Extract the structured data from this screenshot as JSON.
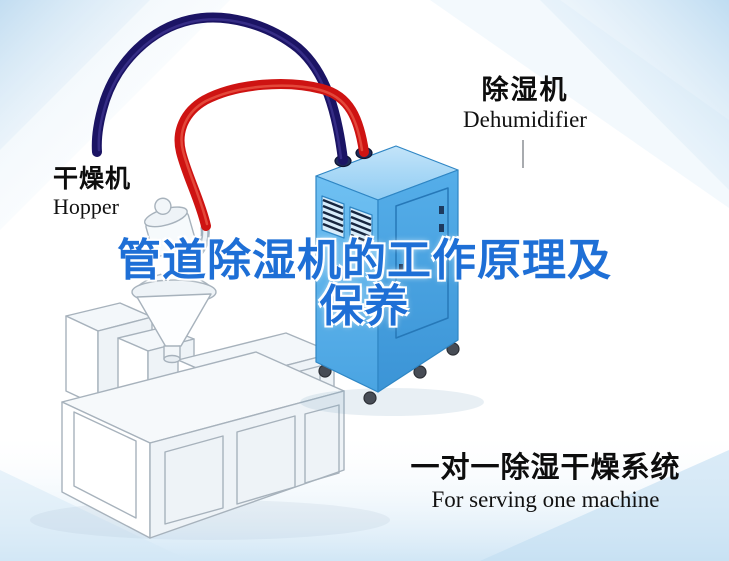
{
  "labels": {
    "hopper_cn": "干燥机",
    "hopper_en": "Hopper",
    "dehumidifier_cn": "除湿机",
    "dehumidifier_en": "Dehumidifier"
  },
  "title": {
    "line1": "管道除湿机的工作原理及",
    "line2": "保养"
  },
  "caption": {
    "cn": "一对一除湿干燥系统",
    "en": "For serving one machine"
  },
  "illustration": {
    "objects": [
      "dehumidifier-machine",
      "hopper-dryer",
      "extruder-machine",
      "red-air-hose",
      "blue-air-hose"
    ],
    "colors": {
      "title_blue": "#1E6FD6",
      "hose_red": "#CE1312",
      "hose_red_sheen": "#F26A55",
      "hose_blue": "#1B1464",
      "hose_blue_sheen": "#4A3FA0",
      "machine_blue": "#54AEE8",
      "background_accent": "#C9E2F4"
    }
  }
}
